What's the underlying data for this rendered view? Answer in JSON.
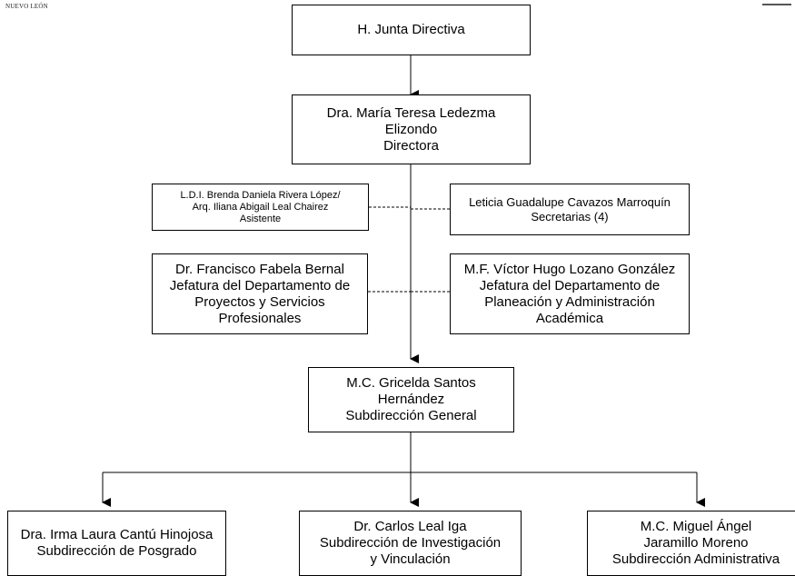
{
  "header": {
    "logo_text": "NUEVO LEÓN"
  },
  "org_chart": {
    "board": {
      "lines": [
        "H. Junta Directiva"
      ]
    },
    "director": {
      "lines": [
        "Dra. María Teresa Ledezma",
        "Elizondo",
        "Directora"
      ]
    },
    "assistant": {
      "lines": [
        "L.D.I. Brenda Daniela Rivera López/",
        "Arq. Iliana Abigail Leal Chairez",
        "Asistente"
      ]
    },
    "secretaries": {
      "lines": [
        "Leticia Guadalupe Cavazos Marroquín",
        "Secretarias (4)"
      ]
    },
    "projects_dept": {
      "lines": [
        "Dr. Francisco Fabela Bernal",
        "Jefatura del Departamento de",
        "Proyectos y Servicios",
        "Profesionales"
      ]
    },
    "planning_dept": {
      "lines": [
        "M.F. Víctor Hugo Lozano González",
        "Jefatura del Departamento de",
        "Planeación y Administración",
        "Académica"
      ]
    },
    "general_subdirection": {
      "lines": [
        "M.C. Gricelda Santos",
        "Hernández",
        "Subdirección General"
      ]
    },
    "postgrad": {
      "lines": [
        "Dra. Irma Laura Cantú Hinojosa",
        "Subdirección de Posgrado"
      ]
    },
    "research": {
      "lines": [
        "Dr. Carlos Leal Iga",
        "Subdirección de Investigación",
        "y Vinculación"
      ]
    },
    "admin": {
      "lines": [
        "M.C. Miguel Ángel",
        "Jaramillo Moreno",
        "Subdirección Administrativa"
      ]
    }
  }
}
